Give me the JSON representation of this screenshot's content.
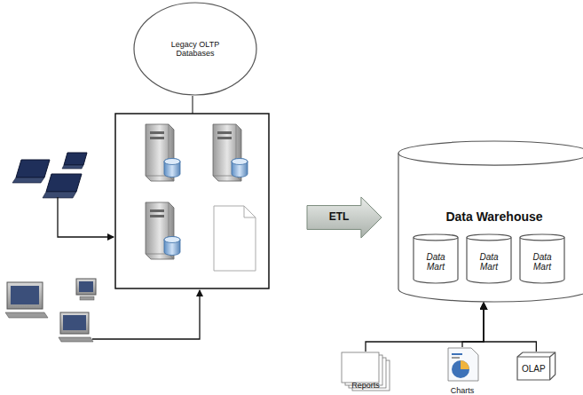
{
  "diagram": {
    "nodes": [
      {
        "text": [
          "Legacy OLTP Databases"
        ]
      },
      {
        "text": [
          "ETL"
        ]
      },
      {
        "text": [
          "Data Warehouse"
        ]
      },
      {
        "text": [
          "Data Mart"
        ],
        "in": 2
      },
      {
        "text": [
          "Data Mart"
        ],
        "in": 2
      },
      {
        "text": [
          "Data Mart"
        ],
        "in": 2
      },
      {
        "text": [
          "Reports"
        ]
      },
      {
        "text": [
          "Charts"
        ]
      },
      {
        "text": [
          "OLAP"
        ]
      }
    ],
    "edges": [
      {
        "from": 6,
        "to": 2,
        "arrow": "to"
      },
      {
        "from": 7,
        "to": 2,
        "arrow": "to"
      },
      {
        "from": 8,
        "to": 2,
        "arrow": "to"
      }
    ]
  }
}
